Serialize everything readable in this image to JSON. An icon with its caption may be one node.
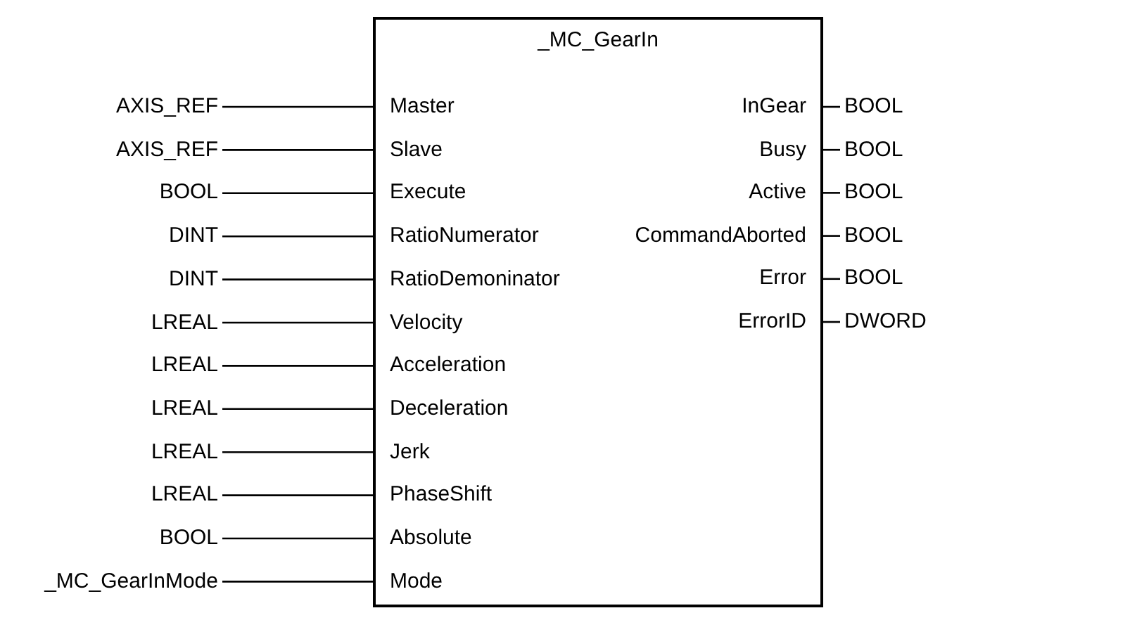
{
  "diagram": {
    "nodes": [
      {
        "text": [
          "_MC_GearIn"
        ]
      },
      {
        "text": [
          "Master"
        ],
        "in": 0
      },
      {
        "text": [
          "Slave"
        ],
        "in": 0
      },
      {
        "text": [
          "Execute"
        ],
        "in": 0
      },
      {
        "text": [
          "RatioNumerator"
        ],
        "in": 0
      },
      {
        "text": [
          "RatioDemoninator"
        ],
        "in": 0
      },
      {
        "text": [
          "Velocity"
        ],
        "in": 0
      },
      {
        "text": [
          "Acceleration"
        ],
        "in": 0
      },
      {
        "text": [
          "Deceleration"
        ],
        "in": 0
      },
      {
        "text": [
          "Jerk"
        ],
        "in": 0
      },
      {
        "text": [
          "PhaseShift"
        ],
        "in": 0
      },
      {
        "text": [
          "Absolute"
        ],
        "in": 0
      },
      {
        "text": [
          "Mode"
        ],
        "in": 0
      },
      {
        "text": [
          "InGear"
        ],
        "in": 0
      },
      {
        "text": [
          "Busy"
        ],
        "in": 0
      },
      {
        "text": [
          "Active"
        ],
        "in": 0
      },
      {
        "text": [
          "CommandAborted"
        ],
        "in": 0
      },
      {
        "text": [
          "Error"
        ],
        "in": 0
      },
      {
        "text": [
          "ErrorID"
        ],
        "in": 0
      },
      {
        "text": [
          "AXIS_REF"
        ]
      },
      {
        "text": [
          "AXIS_REF"
        ]
      },
      {
        "text": [
          "BOOL"
        ]
      },
      {
        "text": [
          "DINT"
        ]
      },
      {
        "text": [
          "DINT"
        ]
      },
      {
        "text": [
          "LREAL"
        ]
      },
      {
        "text": [
          "LREAL"
        ]
      },
      {
        "text": [
          "LREAL"
        ]
      },
      {
        "text": [
          "LREAL"
        ]
      },
      {
        "text": [
          "LREAL"
        ]
      },
      {
        "text": [
          "BOOL"
        ]
      },
      {
        "text": [
          "_MC_GearInMode"
        ]
      },
      {
        "text": [
          "BOOL"
        ]
      },
      {
        "text": [
          "BOOL"
        ]
      },
      {
        "text": [
          "BOOL"
        ]
      },
      {
        "text": [
          "BOOL"
        ]
      },
      {
        "text": [
          "BOOL"
        ]
      },
      {
        "text": [
          "DWORD"
        ]
      }
    ],
    "edges": [
      {
        "from": 19,
        "to": 1,
        "arrow": "none"
      },
      {
        "from": 20,
        "to": 2,
        "arrow": "none"
      },
      {
        "from": 21,
        "to": 3,
        "arrow": "none"
      },
      {
        "from": 22,
        "to": 4,
        "arrow": "none"
      },
      {
        "from": 23,
        "to": 5,
        "arrow": "none"
      },
      {
        "from": 24,
        "to": 6,
        "arrow": "none"
      },
      {
        "from": 25,
        "to": 7,
        "arrow": "none"
      },
      {
        "from": 26,
        "to": 8,
        "arrow": "none"
      },
      {
        "from": 27,
        "to": 9,
        "arrow": "none"
      },
      {
        "from": 28,
        "to": 10,
        "arrow": "none"
      },
      {
        "from": 29,
        "to": 11,
        "arrow": "none"
      },
      {
        "from": 30,
        "to": 12,
        "arrow": "none"
      },
      {
        "from": 13,
        "to": 31,
        "arrow": "none"
      },
      {
        "from": 14,
        "to": 32,
        "arrow": "none"
      },
      {
        "from": 15,
        "to": 33,
        "arrow": "none"
      },
      {
        "from": 16,
        "to": 34,
        "arrow": "none"
      },
      {
        "from": 17,
        "to": 35,
        "arrow": "none"
      },
      {
        "from": 18,
        "to": 36,
        "arrow": "none"
      }
    ]
  }
}
